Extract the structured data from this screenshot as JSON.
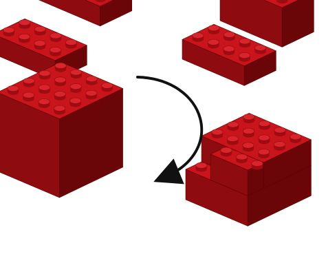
{
  "colors": {
    "top": "#c8141a",
    "left": "#8e0b0f",
    "right": "#6a0508",
    "stud_side": "#9c0c10",
    "stud_top": "#d8242a",
    "arrow": "#111111",
    "background": "#ffffff"
  },
  "groups": [
    {
      "name": "lego-two-bricks-offset",
      "role": "before"
    },
    {
      "name": "lego-stepped-structure",
      "role": "before"
    },
    {
      "name": "lego-solid-cube",
      "role": "after"
    },
    {
      "name": "lego-cube-with-notch",
      "role": "after"
    }
  ],
  "arrow": {
    "name": "transformation-arrow",
    "direction": "clockwise"
  }
}
